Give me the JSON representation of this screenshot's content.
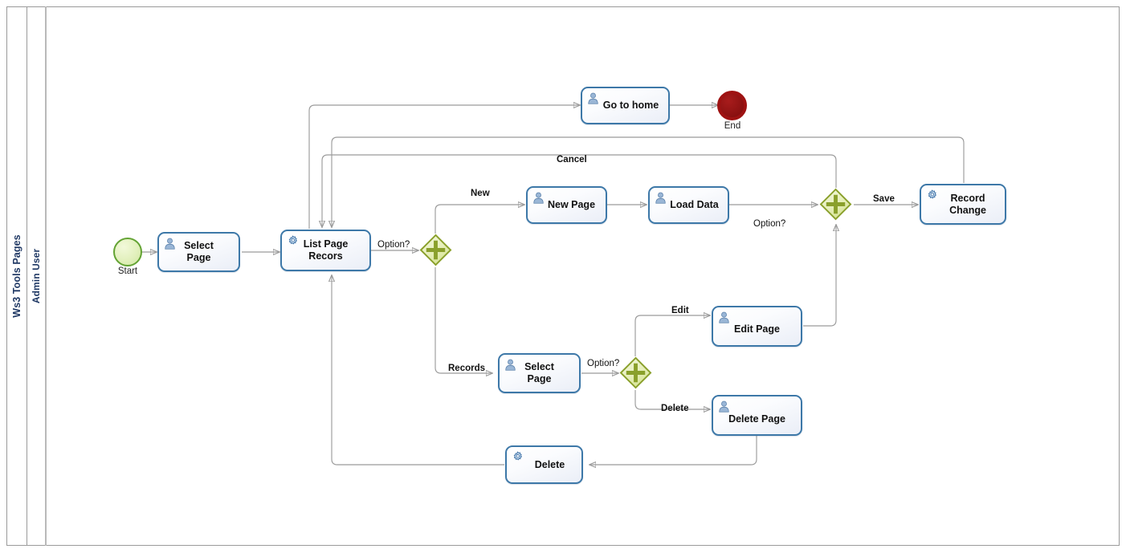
{
  "pool": {
    "name": "Ws3 Tools Pages",
    "lane": "Admin User"
  },
  "colors": {
    "task_border": "#3d78a8",
    "task_fill": "#eaeef7",
    "gateway_border": "#8aa02b",
    "gateway_fill": "#e6efb8",
    "start_border": "#63a333",
    "end_border": "#9e1212",
    "connector": "#9b9b9b"
  },
  "events": [
    {
      "id": "start",
      "type": "start-event",
      "label": "Start"
    },
    {
      "id": "end",
      "type": "end-event",
      "label": "End"
    }
  ],
  "tasks": [
    {
      "id": "select-page-1",
      "label": "Select\nPage",
      "icon": "user-icon"
    },
    {
      "id": "list-page-recors",
      "label": "List Page\nRecors",
      "icon": "gear-icon"
    },
    {
      "id": "go-to-home",
      "label": "Go to home",
      "icon": "user-icon"
    },
    {
      "id": "new-page",
      "label": "New Page",
      "icon": "user-icon"
    },
    {
      "id": "load-data",
      "label": "Load Data",
      "icon": "user-icon"
    },
    {
      "id": "record-change",
      "label": "Record\nChange",
      "icon": "gear-icon"
    },
    {
      "id": "select-page-2",
      "label": "Select\nPage",
      "icon": "user-icon"
    },
    {
      "id": "edit-page",
      "label": "Edit Page",
      "icon": "user-icon"
    },
    {
      "id": "delete-page",
      "label": "Delete Page",
      "icon": "user-icon"
    },
    {
      "id": "delete",
      "label": "Delete",
      "icon": "gear-icon"
    }
  ],
  "gateways": [
    {
      "id": "gateway-option-1",
      "type": "parallel-gateway",
      "marker": "plus"
    },
    {
      "id": "gateway-option-2",
      "type": "parallel-gateway",
      "marker": "plus"
    },
    {
      "id": "gateway-option-3",
      "type": "parallel-gateway",
      "marker": "plus"
    }
  ],
  "flow_labels": {
    "option_1": "Option?",
    "option_2": "Option?",
    "option_3": "Option?",
    "new": "New",
    "save": "Save",
    "cancel": "Cancel",
    "records": "Records",
    "edit": "Edit",
    "delete": "Delete"
  }
}
